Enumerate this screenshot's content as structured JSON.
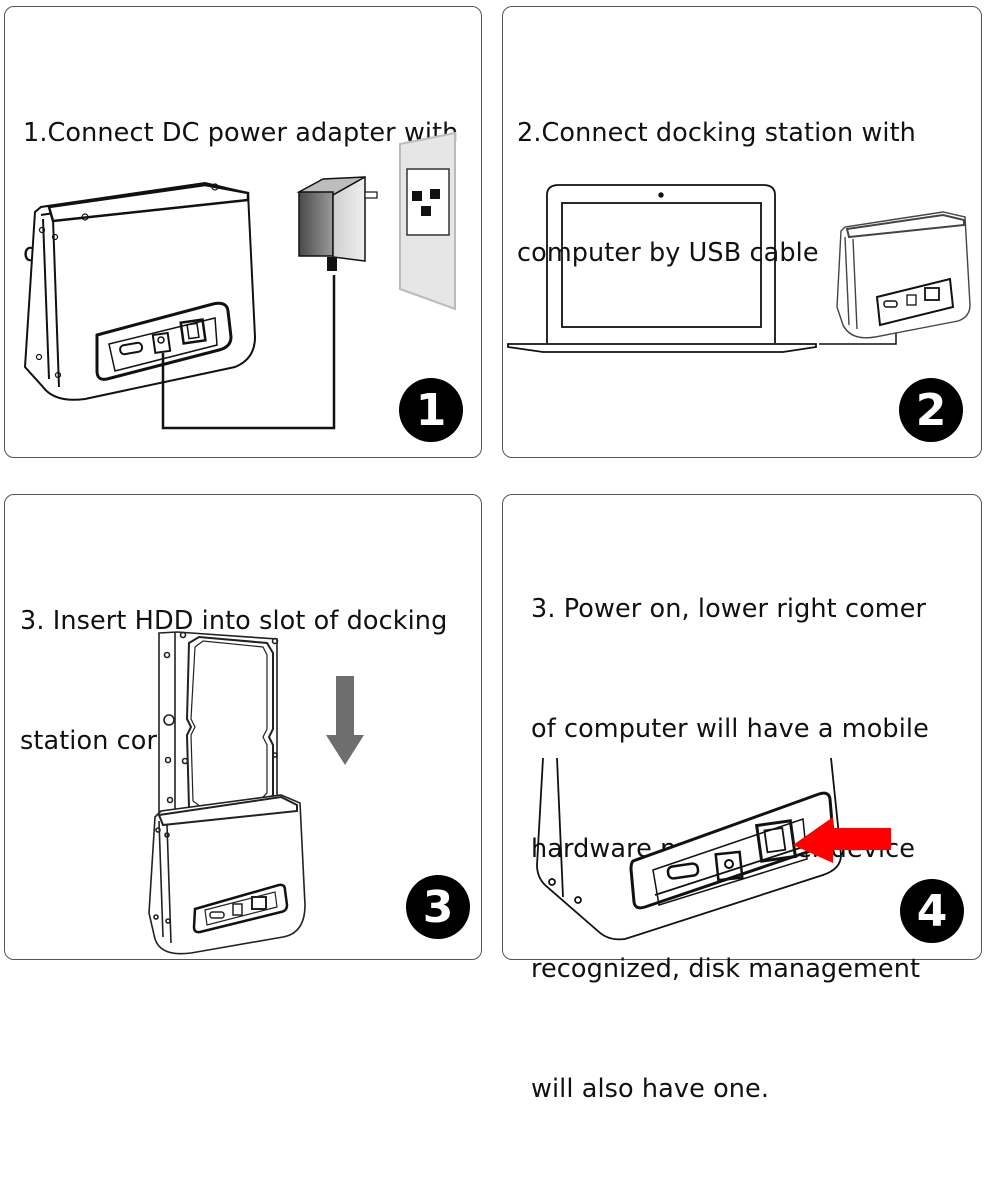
{
  "panels": [
    {
      "step": "1",
      "caption_lines": [
        "1.Connect DC power adapter with",
        "docking station"
      ],
      "illustration": [
        "docking-station",
        "power-adapter",
        "wall-socket",
        "dc-cable"
      ]
    },
    {
      "step": "2",
      "caption_lines": [
        "2.Connect docking station with",
        "computer by USB cable"
      ],
      "illustration": [
        "laptop",
        "docking-station",
        "usb-cable"
      ]
    },
    {
      "step": "3",
      "caption_lines": [
        "3. Insert HDD into slot of docking",
        "station correctly."
      ],
      "illustration": [
        "hard-disk-drive",
        "down-arrow",
        "docking-station"
      ]
    },
    {
      "step": "4",
      "caption_lines": [
        "3. Power on, lower right comer",
        "of computer will have a mobile",
        "hardware prompt after device",
        "recognized, disk management",
        "will also have one."
      ],
      "illustration": [
        "docking-station-closeup",
        "power-switch",
        "red-arrow"
      ]
    }
  ],
  "colors": {
    "border": "#555555",
    "badge": "#000000",
    "arrow_gray": "#6e6e6e",
    "arrow_red": "#ff0000",
    "adapter": "#8a8a8a",
    "wall": "#e6e6e6"
  }
}
